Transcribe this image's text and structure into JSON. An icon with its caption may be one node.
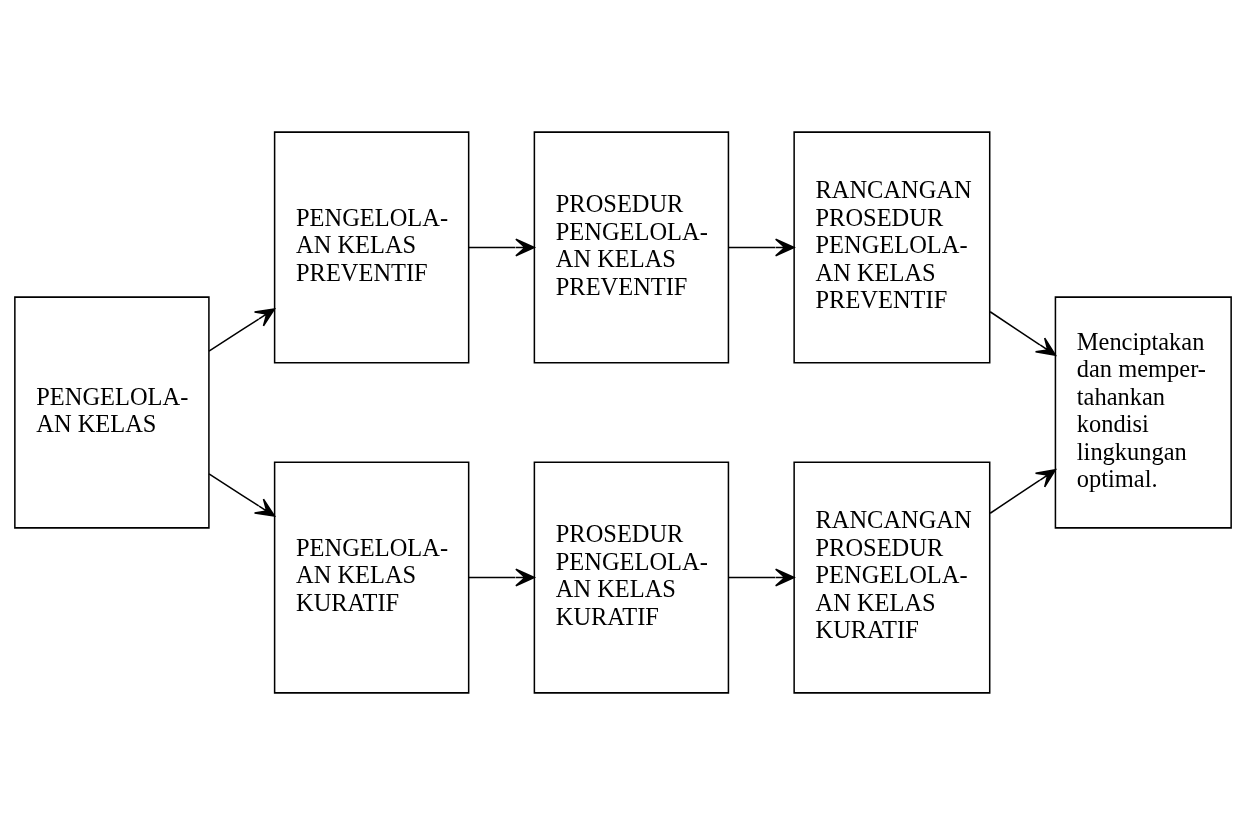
{
  "diagram": {
    "nodes": [
      {
        "text": [
          "PENGELOLA- AN KELAS"
        ]
      },
      {
        "text": [
          "PENGELOLA- AN KELAS PREVENTIF"
        ]
      },
      {
        "text": [
          "PROSEDUR PENGELOLA- AN KELAS PREVENTIF"
        ]
      },
      {
        "text": [
          "RANCANGAN PROSEDUR PENGELOLA- AN KELAS PREVENTIF"
        ]
      },
      {
        "text": [
          "Menciptakan dan memper- tahankan kondisi lingkungan optimal."
        ]
      },
      {
        "text": [
          "PENGELOLA- AN KELAS KURATIF"
        ]
      },
      {
        "text": [
          "PROSEDUR PENGELOLA- AN KELAS KURATIF"
        ]
      },
      {
        "text": [
          "RANCANGAN PROSEDUR PENGELOLA- AN KELAS KURATIF"
        ]
      }
    ],
    "edges": [
      {
        "from": 0,
        "to": 1,
        "arrow": "to"
      },
      {
        "from": 1,
        "to": 2,
        "arrow": "to"
      },
      {
        "from": 2,
        "to": 3,
        "arrow": "to"
      },
      {
        "from": 3,
        "to": 4,
        "arrow": "to"
      },
      {
        "from": 0,
        "to": 5,
        "arrow": "to"
      },
      {
        "from": 5,
        "to": 6,
        "arrow": "to"
      },
      {
        "from": 6,
        "to": 7,
        "arrow": "to"
      },
      {
        "from": 7,
        "to": 4,
        "arrow": "to"
      }
    ]
  }
}
